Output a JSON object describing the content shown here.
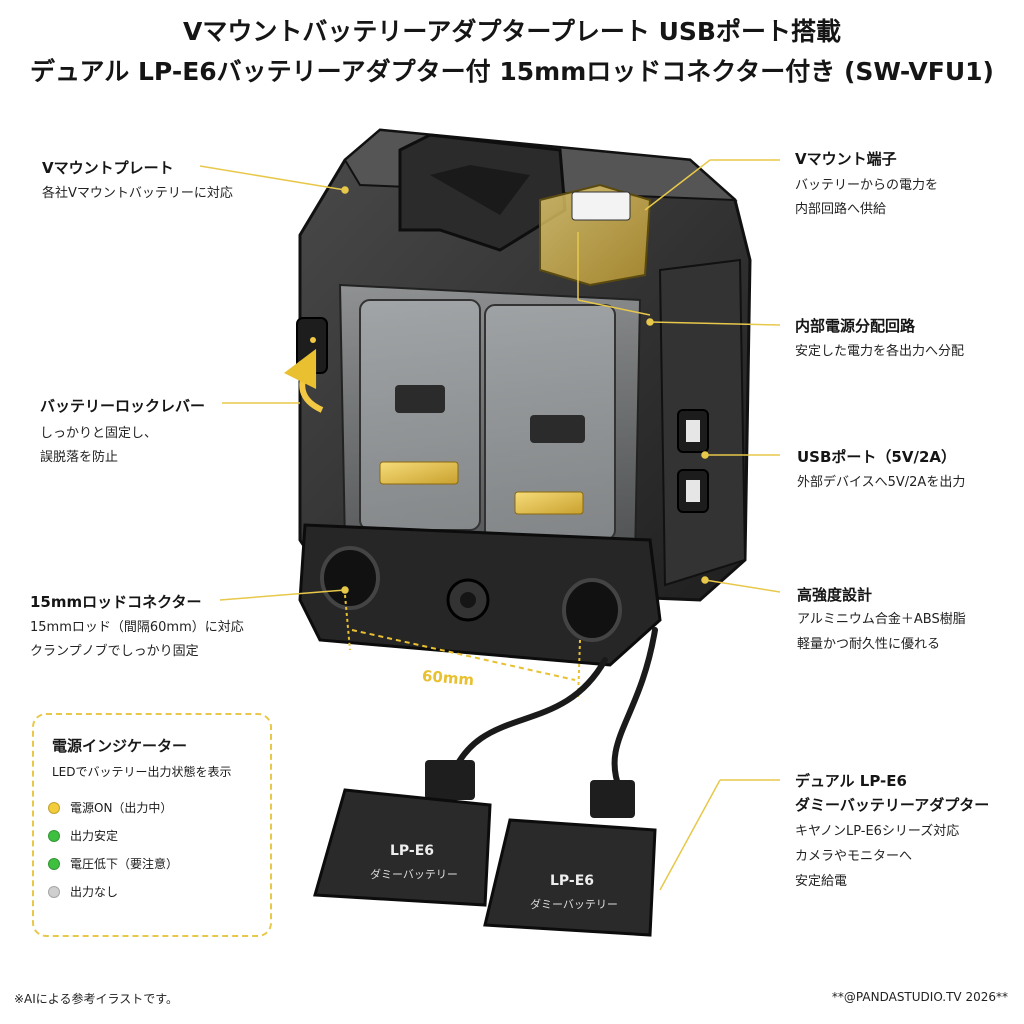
{
  "title": {
    "line1": "Vマウントバッテリーアダプタープレート USBポート搭載",
    "line2": "デュアル LP-E6バッテリーアダプター付 15mmロッドコネクター付き (SW-VFU1)"
  },
  "callouts": {
    "vmount_plate": {
      "head": "Vマウントプレート",
      "body1": "各社Vマウントバッテリーに対応"
    },
    "lock_lever": {
      "head": "バッテリーロックレバー",
      "body1": "しっかりと固定し、",
      "body2": "誤脱落を防止"
    },
    "rod_connector": {
      "head": "15mmロッドコネクター",
      "body1": "15mmロッド（間隔60mm）に対応",
      "body2": "クランプノブでしっかり固定"
    },
    "vmount_terminal": {
      "head": "Vマウント端子",
      "body1": "バッテリーからの電力を",
      "body2": "内部回路へ供給"
    },
    "power_circuit": {
      "head": "内部電源分配回路",
      "body1": "安定した電力を各出力へ分配"
    },
    "usb_port": {
      "head": "USBポート（5V/2A）",
      "body1": "外部デバイスへ5V/2Aを出力"
    },
    "durability": {
      "head": "高強度設計",
      "body1": "アルミニウム合金＋ABS樹脂",
      "body2": "軽量かつ耐久性に優れる"
    },
    "dummy_battery": {
      "head1": "デュアル LP-E6",
      "head2": "ダミーバッテリーアダプター",
      "body1": "キヤノンLP-E6シリーズ対応",
      "body2": "カメラやモニターへ",
      "body3": "安定給電"
    }
  },
  "measurement": {
    "label": "60mm"
  },
  "adapter_labels": {
    "model": "LP-E6",
    "sub": "ダミーバッテリー"
  },
  "legend": {
    "title": "電源インジケーター",
    "desc": "LEDでバッテリー出力状態を表示",
    "items": [
      {
        "label": "電源ON（出力中）",
        "color": "#f2cc3a"
      },
      {
        "label": "出力安定",
        "color": "#3fbf3f"
      },
      {
        "label": "電圧低下（要注意）",
        "color": "#3fbf3f"
      },
      {
        "label": "出力なし",
        "color": "#cfcfcf"
      }
    ]
  },
  "footer": {
    "note": "※AIによる参考イラストです。",
    "credit": "**@PANDASTUDIO.TV 2026**"
  },
  "colors": {
    "accent": "#f2c744",
    "body": "#2a2a2a",
    "line": "#e8c84a"
  }
}
